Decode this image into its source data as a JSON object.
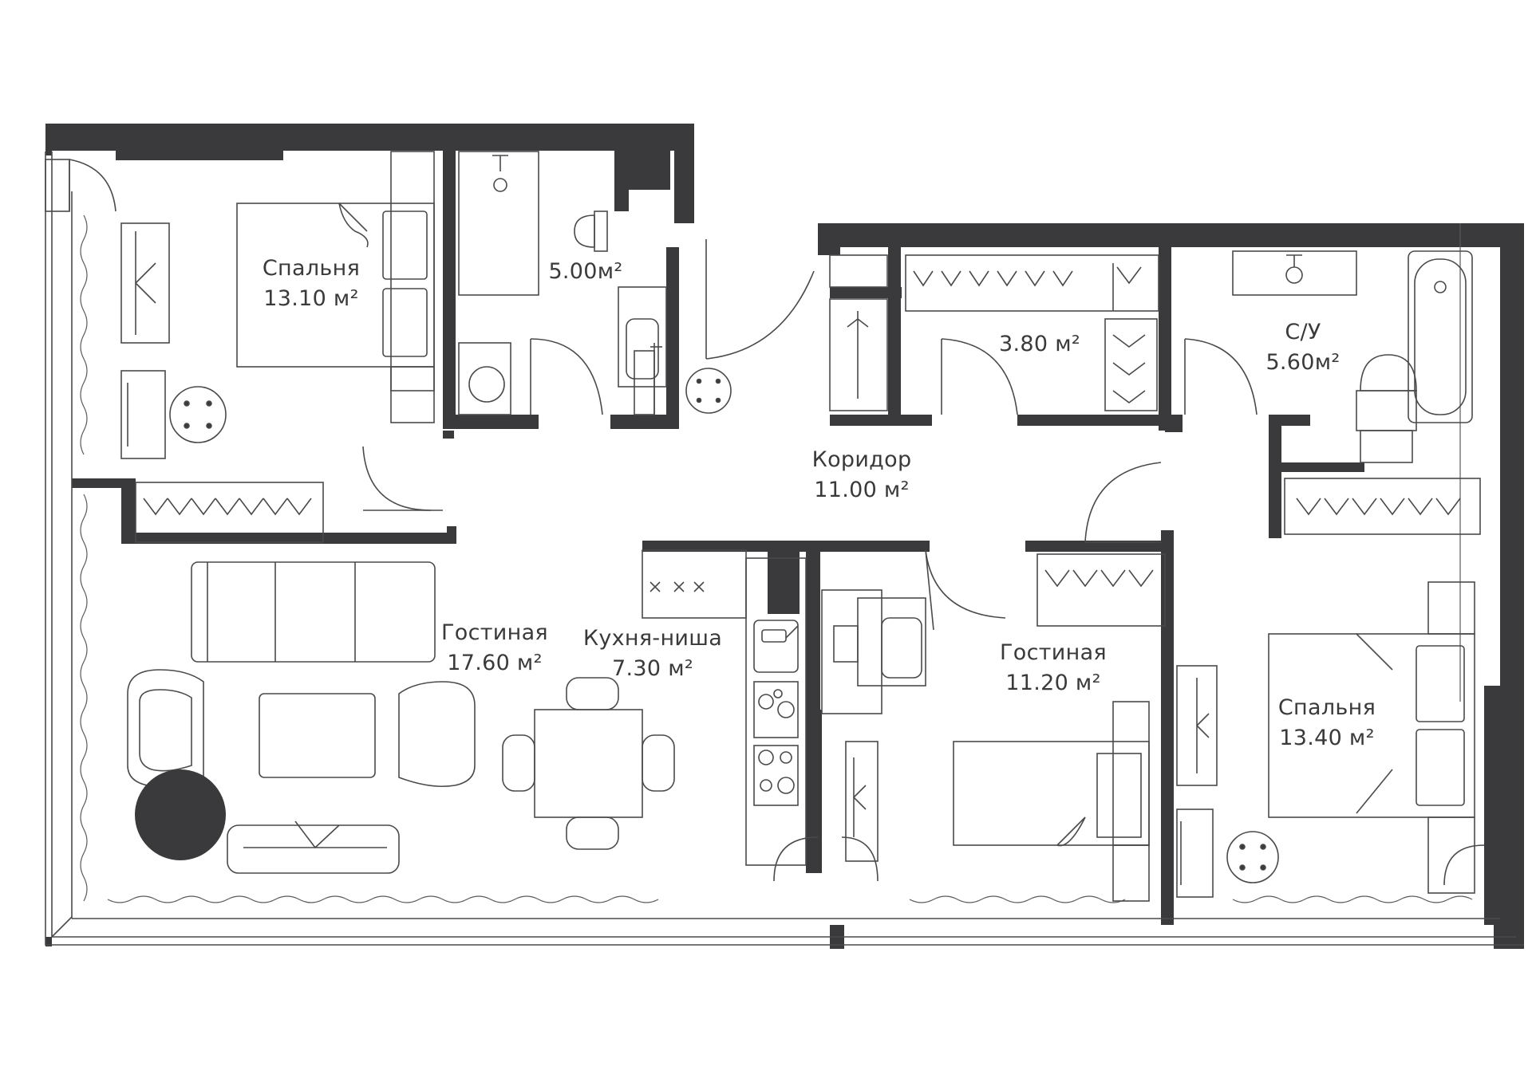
{
  "rooms": [
    {
      "id": "bedroom1",
      "name": "Спальня",
      "area": "13.10 м²"
    },
    {
      "id": "bath1",
      "name": "",
      "area": "5.00м²"
    },
    {
      "id": "closet",
      "name": "",
      "area": "3.80 м²"
    },
    {
      "id": "bath2",
      "name": "С/У",
      "area": "5.60м²"
    },
    {
      "id": "corridor",
      "name": "Коридор",
      "area": "11.00 м²"
    },
    {
      "id": "living1",
      "name": "Гостиная",
      "area": "17.60 м²"
    },
    {
      "id": "kitchen",
      "name": "Кухня-ниша",
      "area": "7.30 м²"
    },
    {
      "id": "living2",
      "name": "Гостиная",
      "area": "11.20 м²"
    },
    {
      "id": "bedroom2",
      "name": "Спальня",
      "area": "13.40 м²"
    }
  ],
  "colors": {
    "wall": "#3a3a3c",
    "background": "#ffffff",
    "line": "#4a4a4c"
  }
}
